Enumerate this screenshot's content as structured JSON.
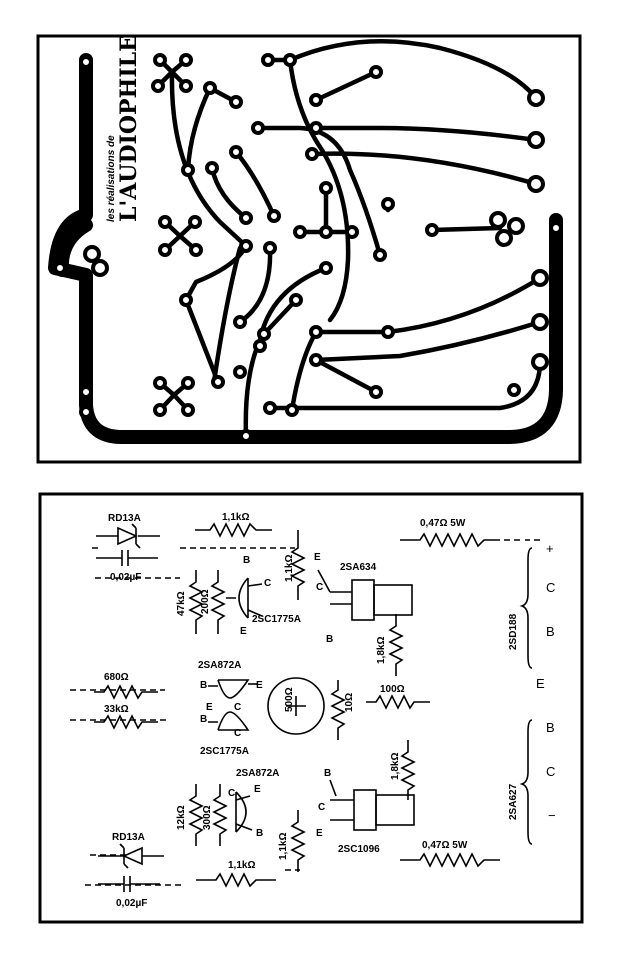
{
  "pcb": {
    "logo_script": "les réalisations de",
    "logo_brand": "L'AUDIOPHILE"
  },
  "schematic": {
    "zener_top": "RD13A",
    "cap_top": "0,02µF",
    "res_top_series": "1,1kΩ",
    "res_top_vertical": "1,1kΩ",
    "res_47k": "47kΩ",
    "res_200_top": "200Ω",
    "pin_b_top": "B",
    "pin_c_top": "C",
    "pin_e_top": "E",
    "q_top_small": "2SC1775A",
    "q_2sa634": "2SA634",
    "pin_e_2sa634": "E",
    "pin_c_2sa634": "C",
    "pin_b_2sa634": "B",
    "res_047_top": "0,47Ω 5W",
    "res_18k_top": "1,8kΩ",
    "res_680": "680Ω",
    "res_33k": "33kΩ",
    "q_2sa872_mid": "2SA872A",
    "pin_b_mid_1": "B",
    "pin_e_mid_1": "E",
    "pin_e_mid_2": "E",
    "pin_c_mid_1": "C",
    "pin_b_mid_2": "B",
    "pin_c_mid_2": "C",
    "q_2sc1775_mid": "2SC1775A",
    "pot_500": "500Ω",
    "res_10": "10Ω",
    "res_100": "100Ω",
    "res_12k": "12kΩ",
    "res_300": "300Ω",
    "q_2sa872_bot": "2SA872A",
    "pin_c_bot": "C",
    "pin_e_bot": "E",
    "pin_b_bot": "B",
    "res_11k_bot_vert": "1,1kΩ",
    "pin_b_2sc1096": "B",
    "pin_c_2sc1096": "C",
    "pin_e_2sc1096": "E",
    "q_2sc1096": "2SC1096",
    "res_18k_bot": "1,8kΩ",
    "zener_bot": "RD13A",
    "cap_bot": "0,02µF",
    "res_11k_bot": "1,1kΩ",
    "res_047_bot": "0,47Ω 5W",
    "out_plus": "+",
    "out_c_top": "C",
    "out_b_top": "B",
    "out_e": "E",
    "q_2sd188": "2SD188",
    "out_b_bot": "B",
    "out_c_bot": "C",
    "out_minus": "−",
    "q_2sa627": "2SA627"
  }
}
